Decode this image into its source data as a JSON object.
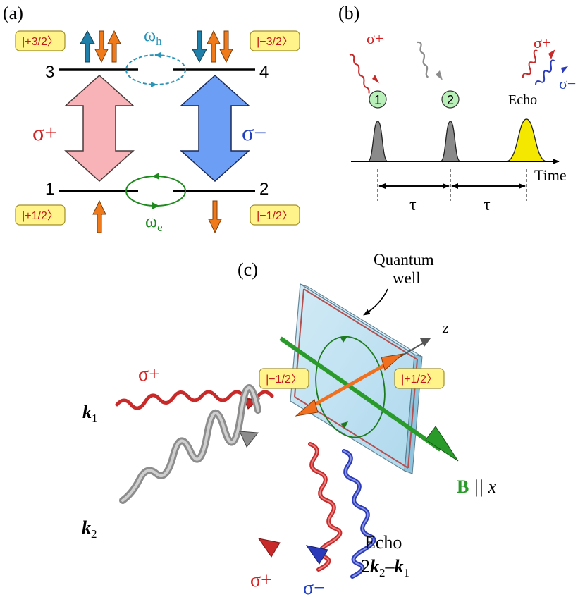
{
  "panel_a": {
    "panel_label": "(a)",
    "level_3": "3",
    "level_4": "4",
    "level_1": "1",
    "level_2": "2",
    "state_p32": "|+3/2〉",
    "state_m32": "|−3/2〉",
    "state_p12": "|+1/2〉",
    "state_m12": "|−1/2〉",
    "sigma_plus": "σ+",
    "sigma_minus": "σ−",
    "omega_h": "ω",
    "omega_h_sub": "h",
    "omega_e": "ω",
    "omega_e_sub": "e",
    "colors": {
      "pink_arrow": "#f8b3b8",
      "blue_arrow": "#6d9ef5",
      "spin_blue": "#1f7fa8",
      "spin_orange": "#f07a1a",
      "omega_h": "#2a93b8",
      "omega_e": "#1e8a1e",
      "sigma_plus": "#d42020",
      "sigma_minus": "#2040c0",
      "state_box": "#fff38a"
    }
  },
  "panel_b": {
    "panel_label": "(b)",
    "sigma_plus_1": "σ+",
    "sigma_plus_2": "σ+",
    "sigma_minus": "σ−",
    "pulse_1": "1",
    "pulse_2": "2",
    "echo": "Echo",
    "time": "Time",
    "tau_1": "τ",
    "tau_2": "τ",
    "colors": {
      "pulse": "#8a8a8a",
      "echo_pulse": "#f5e800",
      "circle": "#b9efb9"
    }
  },
  "panel_c": {
    "panel_label": "(c)",
    "quantum_well_line1": "Quantum",
    "quantum_well_line2": "well",
    "z_label": "z",
    "state_m12": "|−1/2〉",
    "state_p12": "|+1/2〉",
    "sigma_plus_in": "σ+",
    "k1": "k",
    "k1_sub": "1",
    "k2": "k",
    "k2_sub": "2",
    "b_label": "B",
    "b_parallel": " || x",
    "echo": "Echo",
    "echo_formula_2": "2",
    "echo_formula_k2": "k",
    "echo_formula_k2_sub": "2",
    "echo_formula_minus": "–",
    "echo_formula_k1": "k",
    "echo_formula_k1_sub": "1",
    "sigma_plus_out": "σ+",
    "sigma_minus_out": "σ−",
    "colors": {
      "well": "#b8dff0",
      "field": "#2a9a2a",
      "spin": "#f07020",
      "red_wave": "#c82a2a",
      "blue_wave": "#2a3ab8",
      "grey_wave": "#8c8c8c"
    }
  }
}
